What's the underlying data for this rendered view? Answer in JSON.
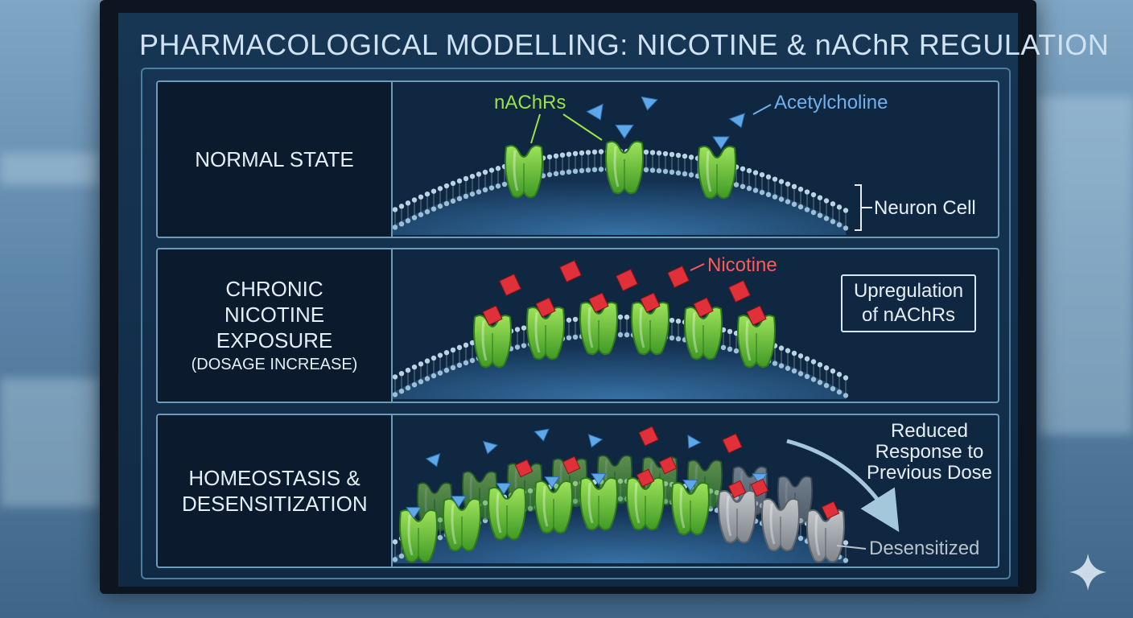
{
  "title": "PHARMACOLOGICAL MODELLING: NICOTINE & nAChR REGULATION",
  "panels": [
    {
      "label": "NORMAL STATE"
    },
    {
      "label": "CHRONIC NICOTINE EXPOSURE",
      "sublabel": "(DOSAGE INCREASE)"
    },
    {
      "label": "HOMEOSTASIS & DESENSITIZATION"
    }
  ],
  "annotations": {
    "nachrs": "nAChRs",
    "acetylcholine": "Acetylcholine",
    "neuron_cell": "Neuron Cell",
    "nicotine": "Nicotine",
    "upregulation_line1": "Upregulation",
    "upregulation_line2": "of nAChRs",
    "reduced_line1": "Reduced",
    "reduced_line2": "Response to",
    "reduced_line3": "Previous Dose",
    "desensitized": "Desensitized"
  },
  "colors": {
    "receptor_green": "#6fcf3a",
    "receptor_desensitized": "#9a9fa5",
    "acetylcholine_blue": "#5ea8ea",
    "nicotine_red": "#e0303a",
    "panel_border": "#6d9bbb"
  },
  "icons": [
    "receptor-icon",
    "acetylcholine-triangle-icon",
    "nicotine-diamond-icon",
    "sparkle-icon"
  ]
}
